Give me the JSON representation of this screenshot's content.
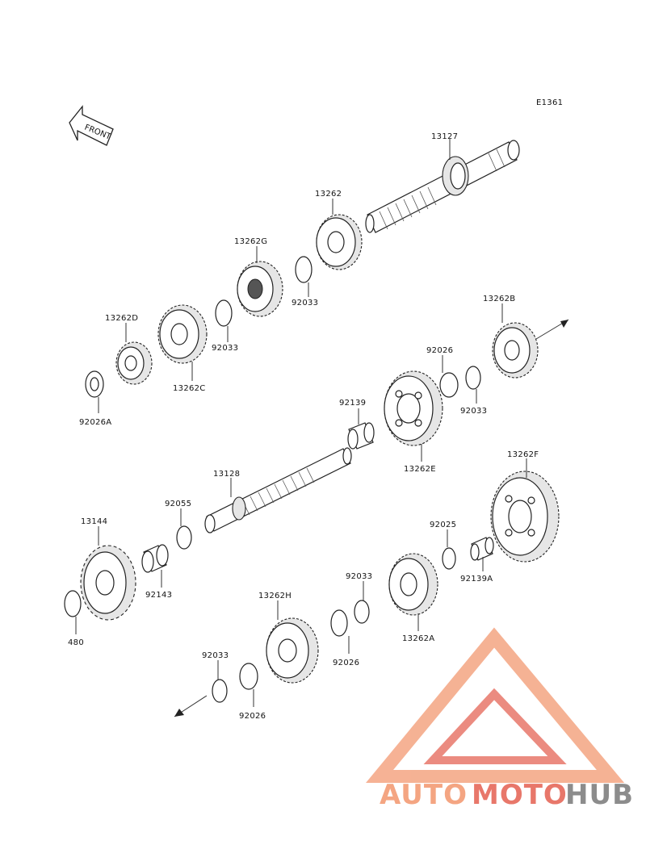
{
  "diagram_code": "E1361",
  "front_label": "FRONT",
  "parts": {
    "p13127": "13127",
    "p13262": "13262",
    "p13262G": "13262G",
    "p92033a": "92033",
    "p13262D": "13262D",
    "p13262C": "13262C",
    "p92033b": "92033",
    "p92026A": "92026A",
    "p13262B": "13262B",
    "p92026a": "92026",
    "p92033c": "92033",
    "p92139": "92139",
    "p13262E": "13262E",
    "p13128": "13128",
    "p92055": "92055",
    "p13144": "13144",
    "p92143": "92143",
    "p480": "480",
    "p13262F": "13262F",
    "p92025": "92025",
    "p92139A": "92139A",
    "p92033d": "92033",
    "p13262A": "13262A",
    "p13262H": "13262H",
    "p92026b": "92026",
    "p92033e": "92033",
    "p92026c": "92026"
  },
  "watermark": {
    "auto": "AUTO",
    "moto": "MOTO",
    "hub": "HUB",
    "color_primary": "#f4a582",
    "color_accent": "#e8776a",
    "color_dark": "#8c8c8c"
  }
}
